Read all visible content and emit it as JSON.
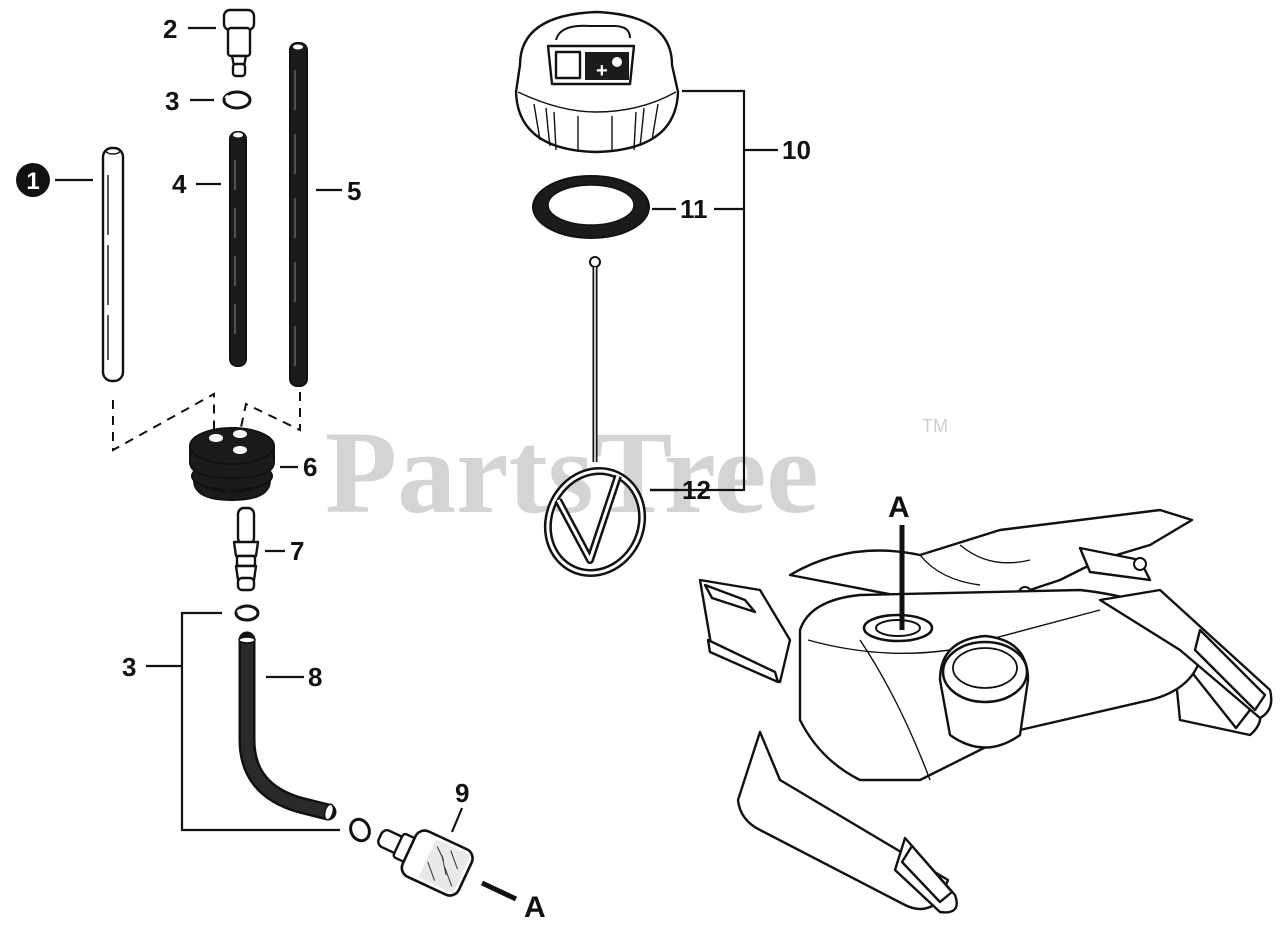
{
  "watermark": {
    "text": "PartsTree",
    "trademark": "TM"
  },
  "callouts": {
    "c1": "1",
    "c2": "2",
    "c3a": "3",
    "c4": "4",
    "c5": "5",
    "c6": "6",
    "c7": "7",
    "c3b": "3",
    "c8": "8",
    "c9": "9",
    "c10": "10",
    "c11": "11",
    "c12": "12",
    "refA_top": "A",
    "refA_bottom": "A"
  },
  "colors": {
    "line": "#111111",
    "watermark": "#d4d4d4",
    "background": "#ffffff"
  }
}
